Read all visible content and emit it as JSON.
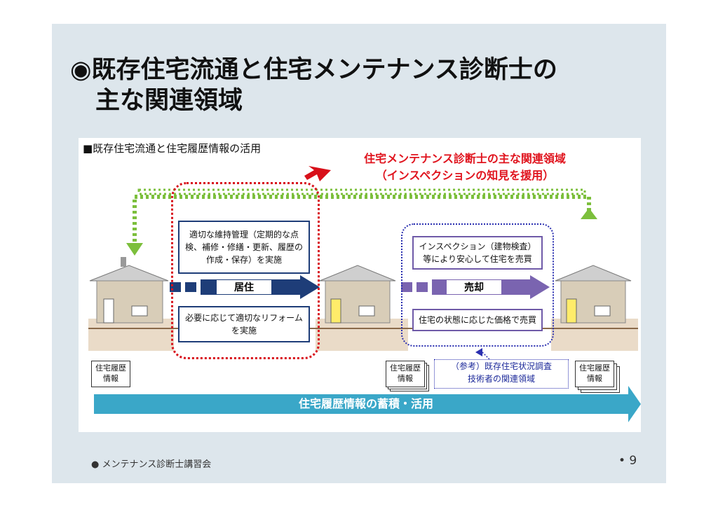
{
  "slide": {
    "title_line1": "◉既存住宅流通と住宅メンテナンス診断士の",
    "title_line2": "主な関連領域"
  },
  "figure": {
    "subtitle": "■既存住宅流通と住宅履歴情報の活用",
    "highlight_title_line1": "住宅メンテナンス診断士の主な関連領域",
    "highlight_title_line2": "（インスペクションの知見を援用）",
    "box_maintenance": "適切な維持管理（定期的な点検、補修・修繕・更新、履歴の作成・保存）を実施",
    "box_reform": "必要に応じて適切なリフォームを実施",
    "arrow_residence": "居住",
    "box_inspection": "インスペクション（建物検査）等により安心して住宅を売買",
    "box_price": "住宅の状態に応じた価格で売買",
    "arrow_sale": "売却",
    "reference_line1": "（参考）既存住宅状況調査",
    "reference_line2": "技術者の関連領域",
    "doc_label_line1": "住宅履歴",
    "doc_label_line2": "情報",
    "bottom_arrow": "住宅履歴情報の蓄積・活用",
    "colors": {
      "navy_arrow": "#1e3d78",
      "purple_arrow": "#7a64b0",
      "teal_arrow": "#3aa7c8",
      "red_zone": "#d8101a",
      "green_dotted": "#7cbf3c"
    }
  },
  "footer": {
    "text": "● メンテナンス診断士講習会",
    "page": "• 9"
  }
}
